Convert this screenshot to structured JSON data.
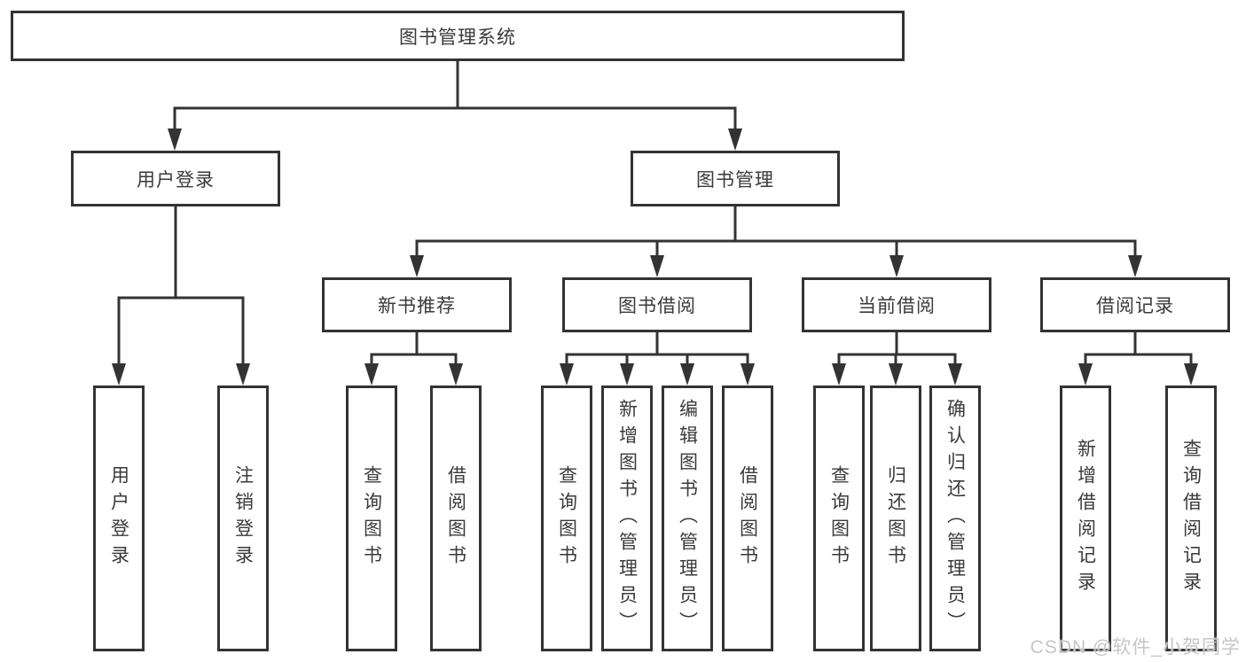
{
  "tree": {
    "label": "图书管理系统",
    "children": [
      {
        "label": "用户登录",
        "children": [
          {
            "label": "用户登录"
          },
          {
            "label": "注销登录"
          }
        ]
      },
      {
        "label": "图书管理",
        "children": [
          {
            "label": "新书推荐",
            "children": [
              {
                "label": "查询图书"
              },
              {
                "label": "借阅图书"
              }
            ]
          },
          {
            "label": "图书借阅",
            "children": [
              {
                "label": "查询图书"
              },
              {
                "label": "新增图书（管理员）"
              },
              {
                "label": "编辑图书（管理员）"
              },
              {
                "label": "借阅图书"
              }
            ]
          },
          {
            "label": "当前借阅",
            "children": [
              {
                "label": "查询图书"
              },
              {
                "label": "归还图书"
              },
              {
                "label": "确认归还（管理员）"
              }
            ]
          },
          {
            "label": "借阅记录",
            "children": [
              {
                "label": "新增借阅记录"
              },
              {
                "label": "查询借阅记录"
              }
            ]
          }
        ]
      }
    ]
  },
  "watermark": {
    "text": "CSDN @软件_小贺同学"
  },
  "colors": {
    "line": "#333333",
    "text": "#3a3a3a",
    "watermark": "#c6c6c6",
    "background": "#ffffff"
  }
}
